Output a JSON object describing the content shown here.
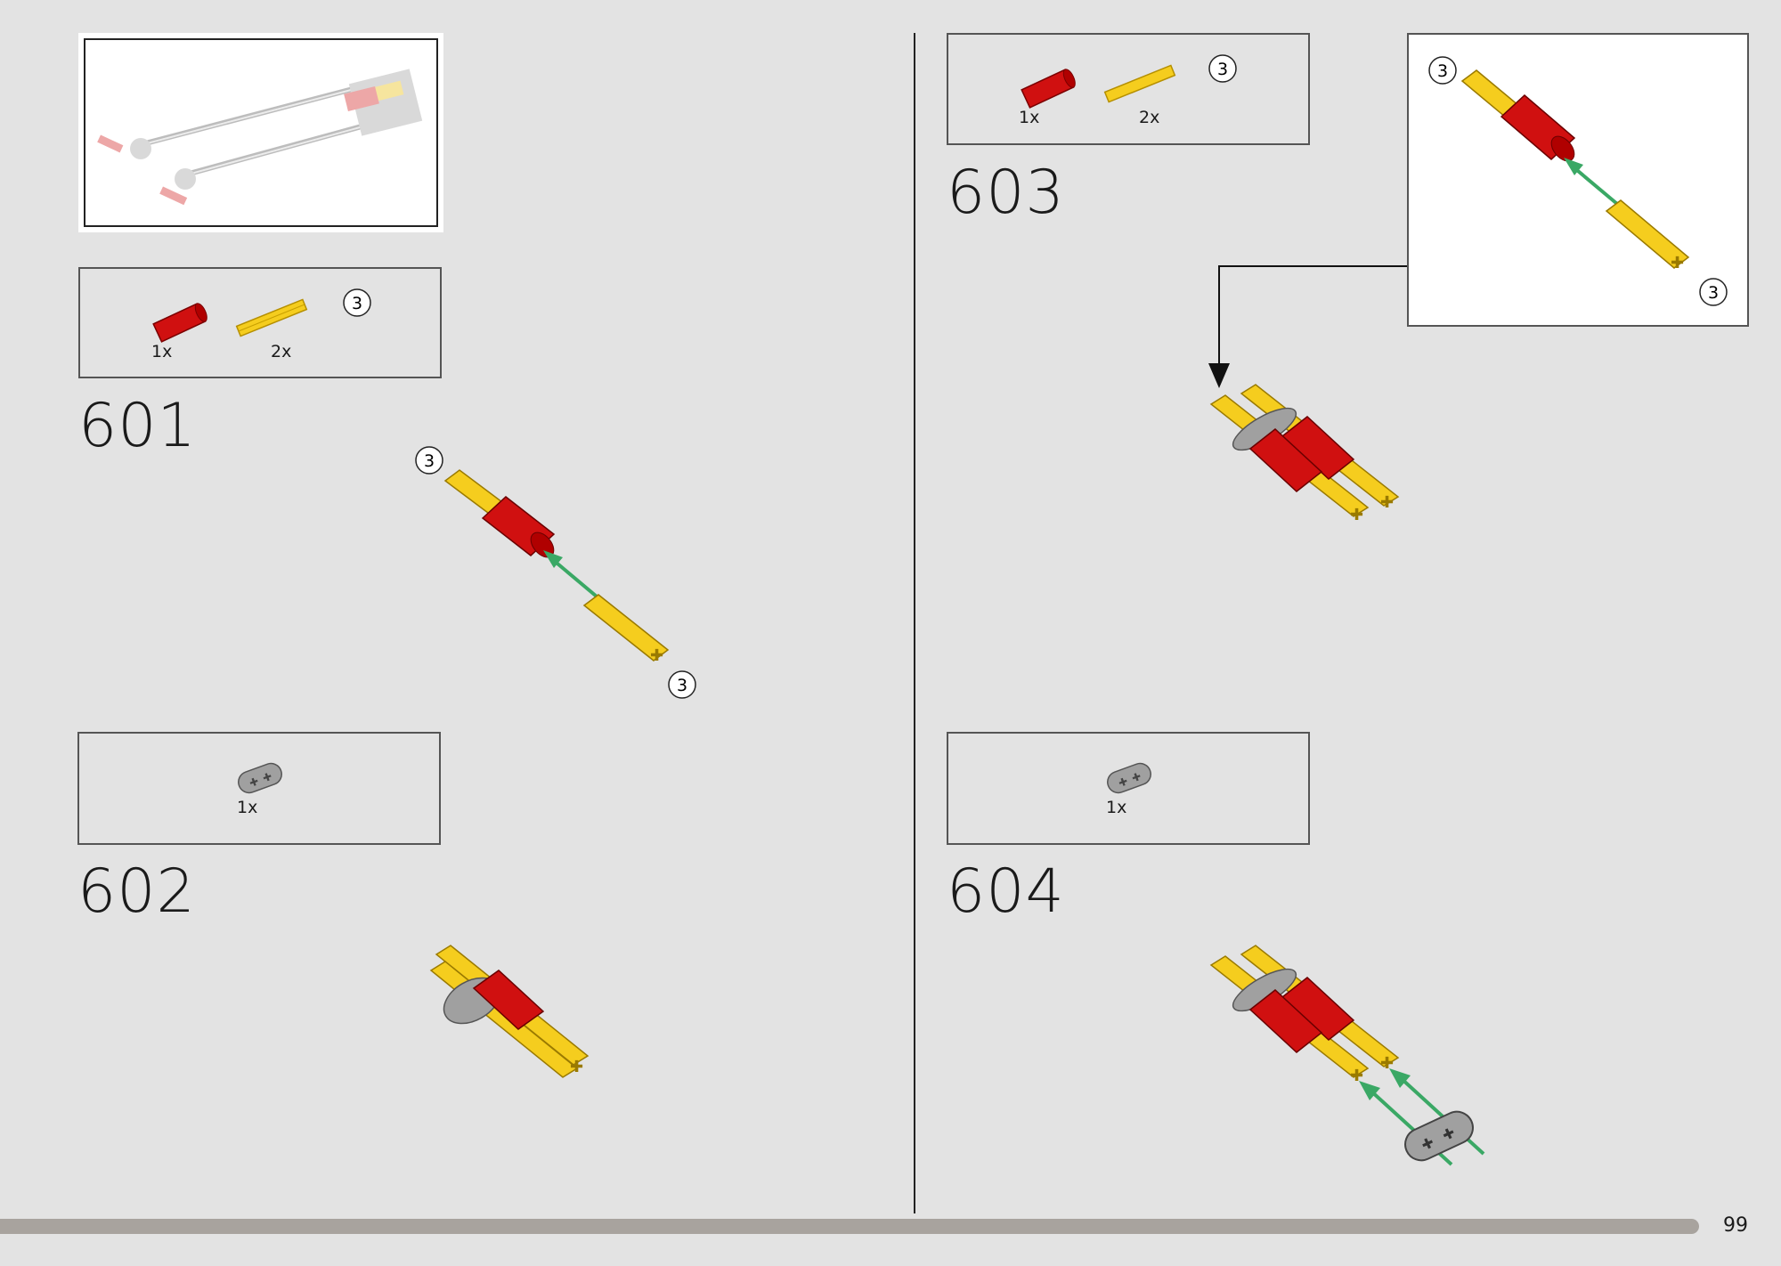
{
  "page": {
    "number": "99",
    "progress": 0.954
  },
  "steps": [
    {
      "number": "601",
      "parts": [
        {
          "qty": "1x",
          "part": "axle-connector-red"
        },
        {
          "qty": "2x",
          "part": "axle-3-yellow",
          "length": "3"
        }
      ],
      "callout_labels": [
        "3",
        "3"
      ]
    },
    {
      "number": "602",
      "parts": [
        {
          "qty": "1x",
          "part": "beam-2-grey"
        }
      ]
    },
    {
      "number": "603",
      "parts": [
        {
          "qty": "1x",
          "part": "axle-connector-red"
        },
        {
          "qty": "2x",
          "part": "axle-3-yellow",
          "length": "3"
        }
      ],
      "callout_labels": [
        "3",
        "3"
      ]
    },
    {
      "number": "604",
      "parts": [
        {
          "qty": "1x",
          "part": "beam-2-grey"
        }
      ]
    }
  ],
  "colors": {
    "red": "#d01010",
    "yellow": "#f5cd1e",
    "grey": "#a0a0a0",
    "arrow": "#3aa865"
  }
}
